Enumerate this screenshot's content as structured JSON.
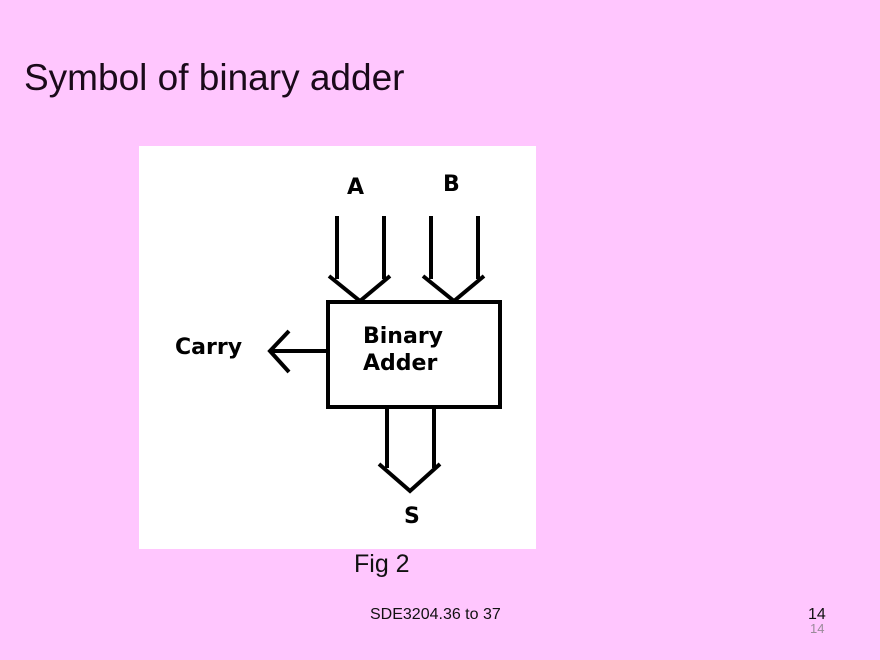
{
  "slide": {
    "title": "Symbol of binary adder",
    "background_color": "#ffc6fe"
  },
  "figure": {
    "input_a_label": "A",
    "input_b_label": "B",
    "carry_label": "Carry",
    "block_line1": "Binary",
    "block_line2": "Adder",
    "output_label": "S",
    "caption": "Fig 2"
  },
  "footer": {
    "text": "SDE3204.36 to 37",
    "page_number": "14",
    "page_number_secondary": "14"
  }
}
